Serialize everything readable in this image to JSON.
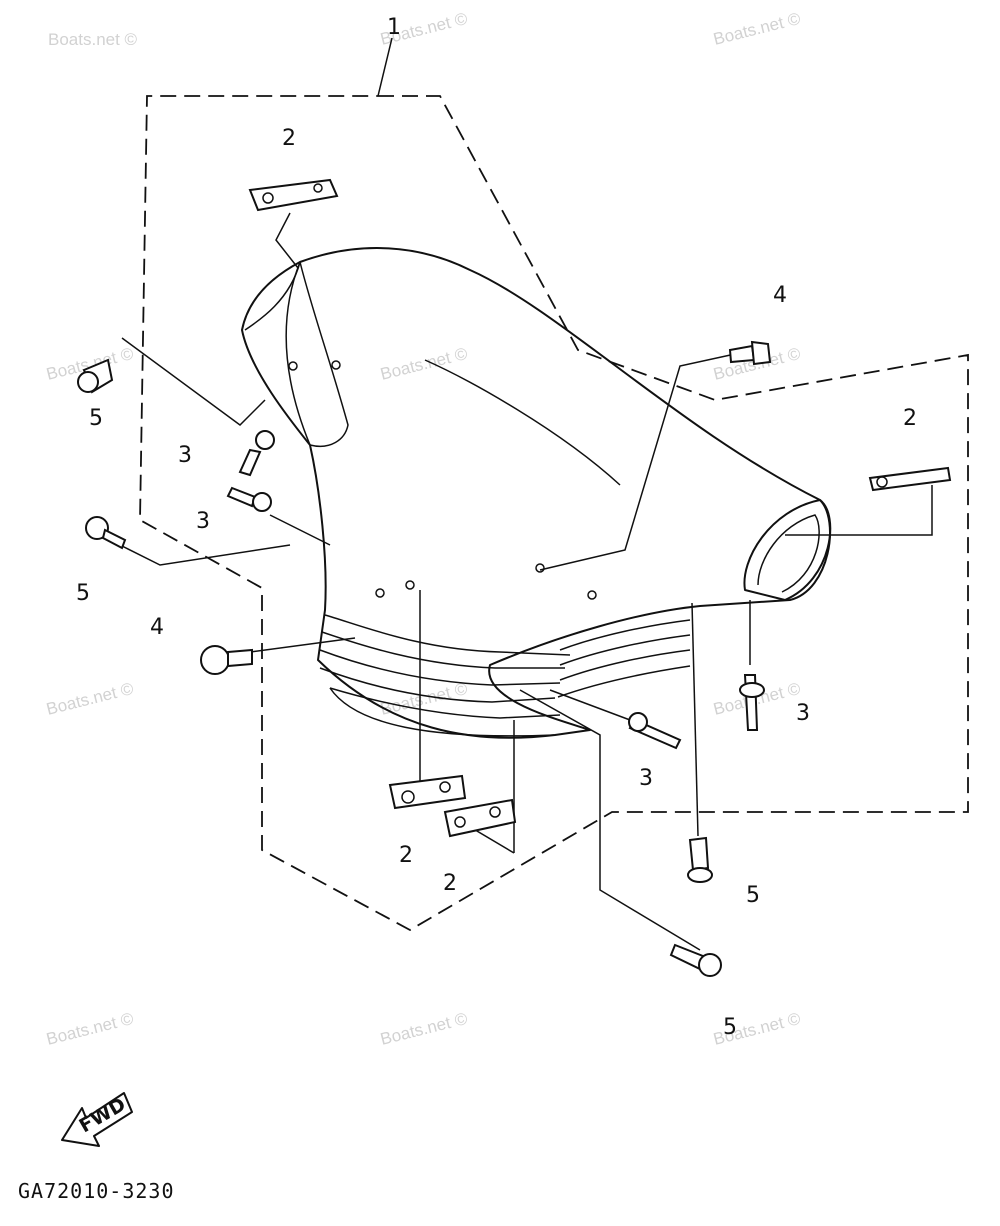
{
  "watermark": "Boats.net ©",
  "diagram_code": "GA72010-3230",
  "fwd_label": "FWD",
  "callouts": {
    "c1": "1",
    "c2a": "2",
    "c2b": "2",
    "c2c": "2",
    "c2d": "2",
    "c3a": "3",
    "c3b": "3",
    "c3c": "3",
    "c3d": "3",
    "c4a": "4",
    "c4b": "4",
    "c5a": "5",
    "c5b": "5",
    "c5c": "5",
    "c5d": "5"
  }
}
